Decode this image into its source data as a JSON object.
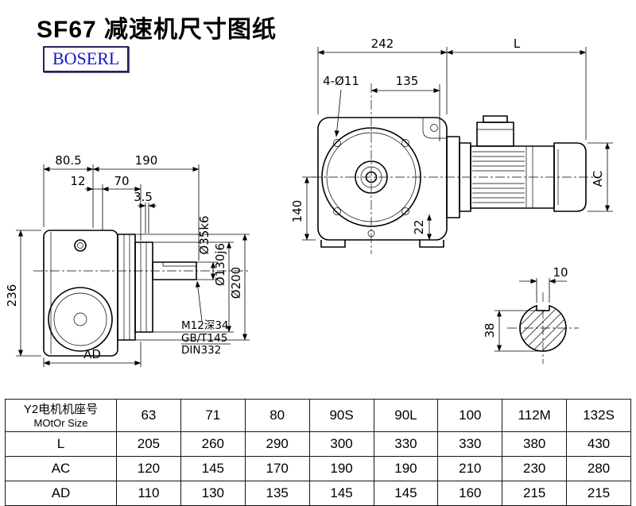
{
  "title": "SF67 减速机尺寸图纸",
  "logo": "BOSERL",
  "views": {
    "front": {
      "dim_242": "242",
      "dim_L": "L",
      "dim_holes": "4-Ø11",
      "dim_135": "135",
      "dim_140": "140",
      "dim_22": "22",
      "dim_AC": "AC"
    },
    "side": {
      "dim_80_5": "80.5",
      "dim_190": "190",
      "dim_12": "12",
      "dim_70": "70",
      "dim_3_5": "3.5",
      "dim_236": "236",
      "dim_AD": "AD",
      "label_shaft_dia": "Ø35k6",
      "label_spigot_dia": "Ø130j6",
      "label_flange_dia": "Ø200",
      "label_tap": "M12深34",
      "label_std1": "GB/T145",
      "label_std2": "DIN332"
    },
    "shaft_section": {
      "dim_10": "10",
      "dim_38": "38"
    }
  },
  "table": {
    "motor_size_label_cn": "Y2电机机座号",
    "motor_size_label_en": "MOtOr Size",
    "sizes": [
      "63",
      "71",
      "80",
      "90S",
      "90L",
      "100",
      "112M",
      "132S"
    ],
    "rows": [
      {
        "label": "L",
        "values": [
          "205",
          "260",
          "290",
          "300",
          "330",
          "330",
          "380",
          "430"
        ]
      },
      {
        "label": "AC",
        "values": [
          "120",
          "145",
          "170",
          "190",
          "190",
          "210",
          "230",
          "280"
        ]
      },
      {
        "label": "AD",
        "values": [
          "110",
          "130",
          "135",
          "145",
          "145",
          "160",
          "215",
          "215"
        ]
      }
    ]
  }
}
